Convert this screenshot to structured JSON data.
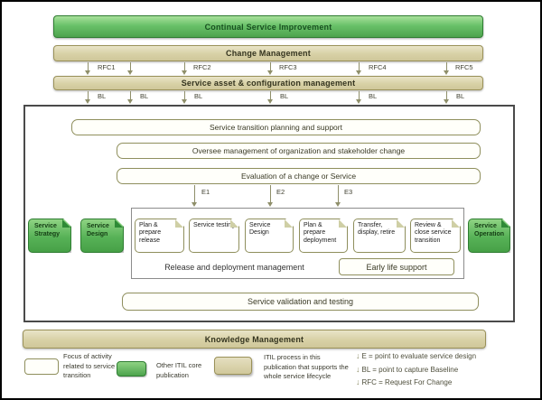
{
  "bars": {
    "csi": "Continual Service Improvement",
    "change": "Change Management",
    "sacm": "Service asset & configuration management",
    "knowledge": "Knowledge Management"
  },
  "rfc_labels": [
    "RFC1",
    "RFC2",
    "RFC3",
    "RFC4",
    "RFC5"
  ],
  "bl_labels": [
    "BL",
    "BL",
    "BL",
    "BL",
    "BL",
    "BL"
  ],
  "transition": {
    "planning": "Service transition planning and support",
    "oversee": "Oversee management of organization and stakeholder change",
    "evaluation": "Evaluation of a change or Service"
  },
  "e_labels": [
    "E1",
    "E2",
    "E3"
  ],
  "lifecycle": {
    "strategy": "Service Strategy",
    "design": "Service Design",
    "operation": "Service Operation"
  },
  "process_boxes": [
    "Plan & prepare release",
    "Service testing",
    "Service Design",
    "Plan & prepare deployment",
    "Transfer, display, retire",
    "Review & close service transition"
  ],
  "cluster": {
    "release_mgmt": "Release and deployment management",
    "early_life": "Early life support"
  },
  "validation": "Service validation and testing",
  "legend": {
    "focus": "Focus of activity related to service transition",
    "other_itil": "Other ITIL core publication",
    "itil_process": "ITIL process in this publication that supports the whole service lifecycle",
    "defs": [
      "E = point to evaluate service design",
      "BL = point to capture Baseline",
      "RFC = Request For Change"
    ],
    "arrow_glyph": "↓"
  },
  "colors": {
    "green": "#57b257",
    "green_border": "#2f7d32",
    "tan": "#d8d1a6",
    "tan_border": "#9a9159",
    "olive_border": "#8f8f5d",
    "arrow": "#8f8f6a"
  }
}
